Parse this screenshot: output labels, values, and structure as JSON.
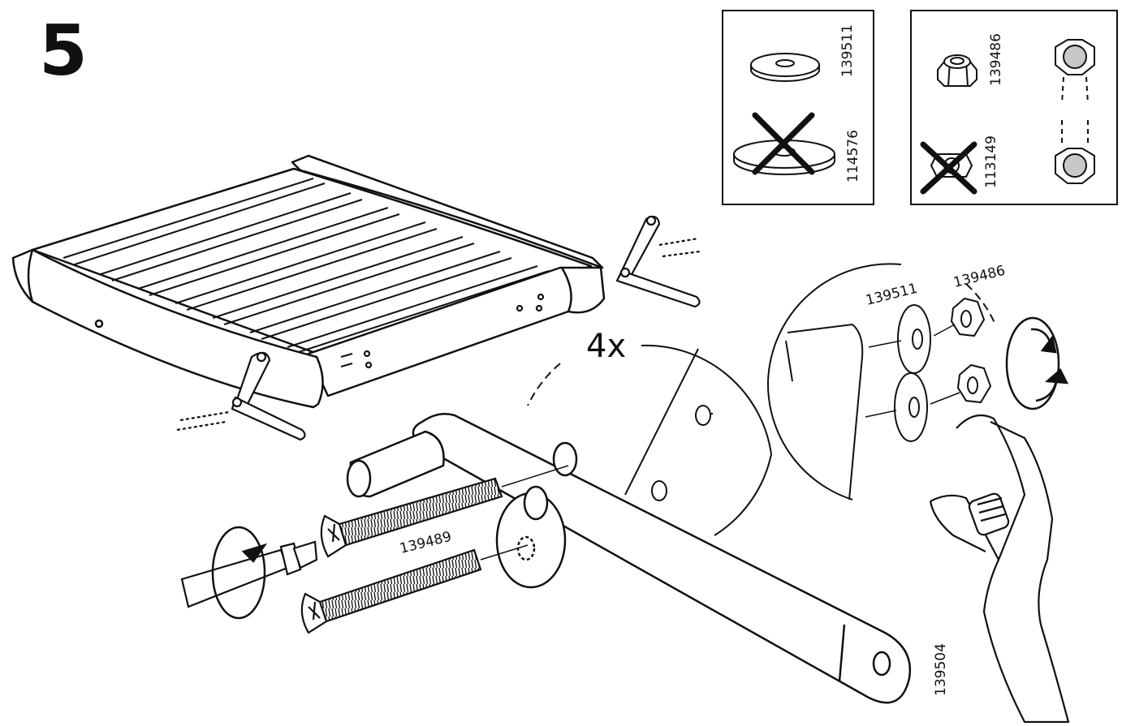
{
  "step": {
    "number": "5",
    "count": "4x"
  },
  "hardware_panels": {
    "washers": {
      "correct_part": "139511",
      "wrong_part": "114576"
    },
    "nuts": {
      "correct_part": "139486",
      "wrong_part": "113149"
    }
  },
  "callouts": {
    "washer_part": "139511",
    "nut_part": "139486",
    "screw_part": "139489",
    "arm_part": "139504"
  },
  "colors": {
    "ink": "#111111",
    "paper": "#ffffff",
    "hole_fill": "#c8c8c8"
  },
  "icons": [
    "rotate-arrow-icon",
    "wrong-cross-icon",
    "screwdriver-icon",
    "wrench-icon"
  ]
}
